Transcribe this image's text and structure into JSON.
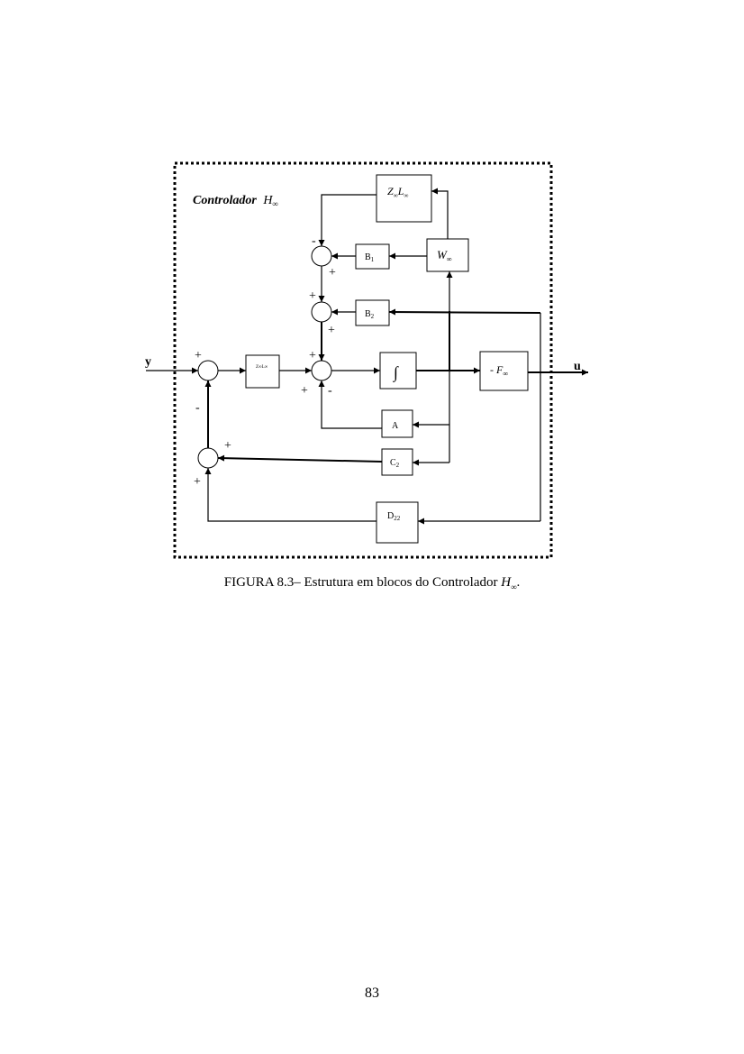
{
  "diagram": {
    "title": {
      "text": "Controlador",
      "symbol": "H",
      "subscript": "∞"
    },
    "input_label": "y",
    "output_label": "u",
    "blocks": {
      "zl_top": {
        "main1": "Z",
        "sub1": "∞",
        "main2": "L",
        "sub2": "∞"
      },
      "w_inf": {
        "main": "W",
        "sub": "∞"
      },
      "b1": {
        "main": "B",
        "sub": "1"
      },
      "b2": {
        "main": "B",
        "sub": "2"
      },
      "zl_small": {
        "text": "Z∞L∞"
      },
      "integrator": {
        "symbol": "∫"
      },
      "f_inf": {
        "prefix": "- ",
        "main": "F",
        "sub": "∞"
      },
      "a": {
        "main": "A"
      },
      "c2": {
        "main": "C",
        "sub": "2"
      },
      "d22": {
        "main": "D",
        "sub": "22"
      }
    },
    "signs": {
      "s1_top": "-",
      "s1_bottom": "+",
      "s2_top": "+",
      "s2_bottom": "+",
      "s3_top": "+",
      "s3_bl": "+",
      "s3_br": "-",
      "s4_top": "+",
      "s4_bottom": "-",
      "s5_right": "+",
      "s5_bottom": "+"
    }
  },
  "caption": {
    "text": "FIGURA  8.3– Estrutura em blocos do Controlador",
    "symbol": "H",
    "subscript": "∞",
    "end": "."
  },
  "page_number": "83"
}
